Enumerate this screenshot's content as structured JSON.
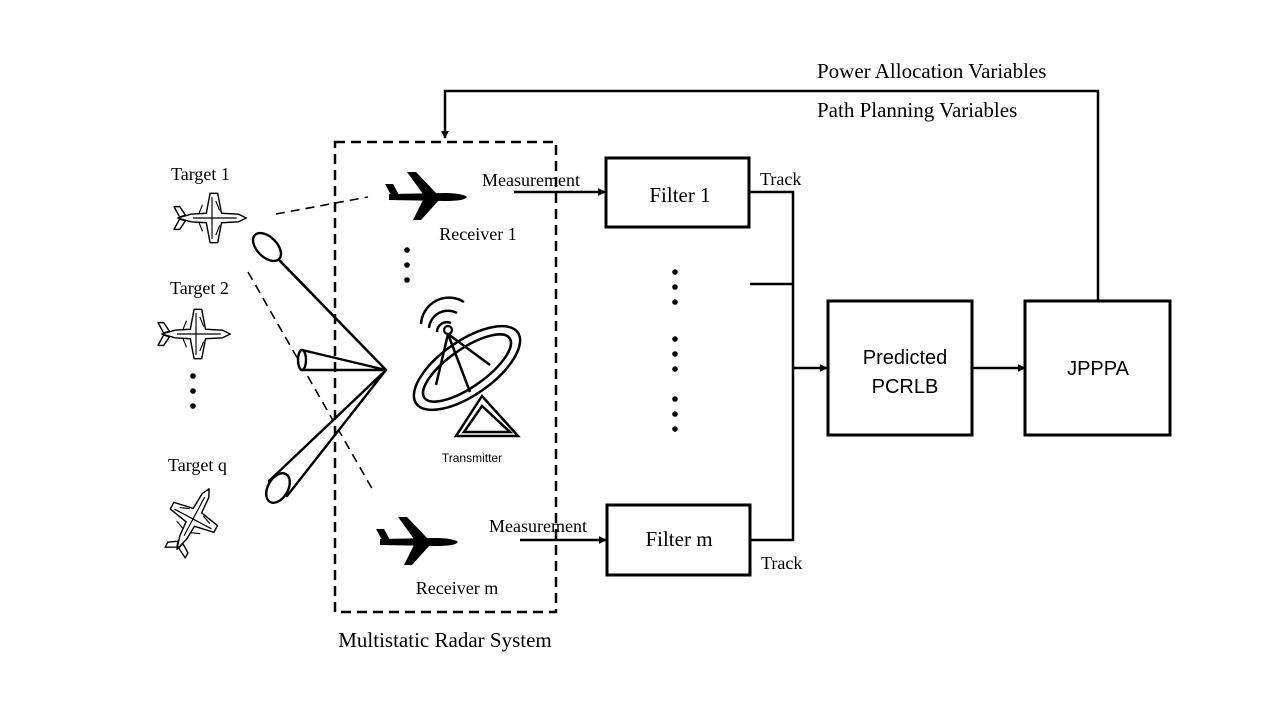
{
  "feedback": {
    "line1": "Power Allocation Variables",
    "line2": "Path Planning Variables"
  },
  "targets": [
    {
      "label": "Target 1"
    },
    {
      "label": "Target 2"
    },
    {
      "label": "Target q"
    }
  ],
  "receivers": [
    {
      "label": "Receiver 1",
      "measurement": "Measurement"
    },
    {
      "label": "Receiver m",
      "measurement": "Measurement"
    }
  ],
  "transmitter": {
    "label": "Transmitter"
  },
  "system": {
    "label": "Multistatic Radar System"
  },
  "filters": [
    {
      "label": "Filter 1",
      "track": "Track"
    },
    {
      "label": "Filter m",
      "track": "Track"
    }
  ],
  "pcrlb": {
    "line1": "Predicted",
    "line2": "PCRLB"
  },
  "jpppa": {
    "label": "JPPPA"
  },
  "icons": {
    "target": "fighter-jet-icon",
    "receiver": "airplane-icon",
    "transmitter": "radar-dish-icon"
  }
}
